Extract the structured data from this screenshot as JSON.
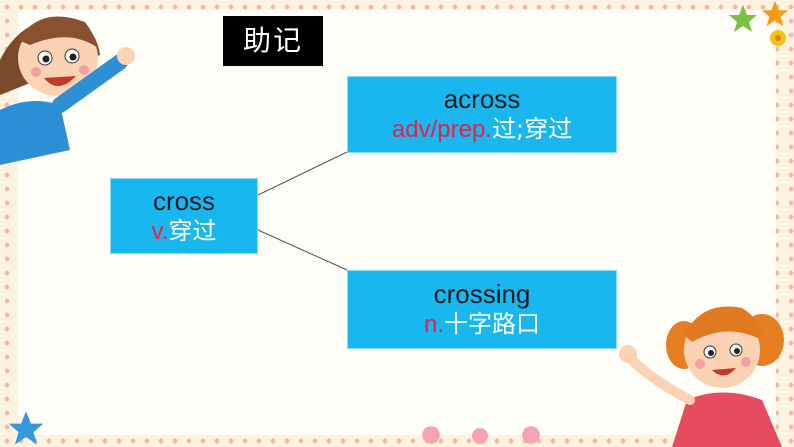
{
  "title": "助记",
  "nodes": {
    "cross": {
      "word": "cross",
      "pos": "v.",
      "meaning": "穿过"
    },
    "across": {
      "word": "across",
      "pos": "adv/prep.",
      "meaning": "过;穿过"
    },
    "crossing": {
      "word": "crossing",
      "pos": "n.",
      "meaning": "十字路口"
    }
  },
  "colors": {
    "node_fill": "#19b7f0",
    "pos_text": "#e8204a",
    "meaning_text": "#ffffff",
    "title_bg": "#000000"
  },
  "decorations": [
    "boy-cartoon-illustration",
    "girl-cartoon-illustration",
    "star-icon",
    "flower-icon"
  ]
}
